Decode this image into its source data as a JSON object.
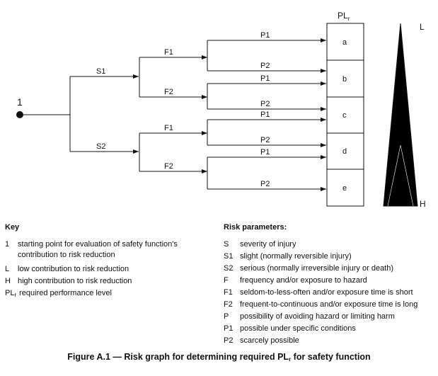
{
  "diagram": {
    "start_label": "1",
    "severity": [
      "S1",
      "S2"
    ],
    "frequency": [
      "F1",
      "F2",
      "F1",
      "F2"
    ],
    "avoidance": [
      "P1",
      "P2",
      "P1",
      "P2",
      "P1",
      "P2",
      "P1",
      "P2"
    ],
    "plr_header": {
      "base": "PL",
      "sub": "r"
    },
    "levels": [
      "a",
      "b",
      "c",
      "d",
      "e"
    ],
    "triangle_top_label": "L",
    "triangle_bottom_label": "H"
  },
  "key": {
    "title": "Key",
    "items": [
      {
        "sym": "1",
        "text": "starting point for evaluation of safety function's contribution to risk reduction"
      },
      {
        "sym": "L",
        "text": "low contribution to risk reduction"
      },
      {
        "sym": "H",
        "text": "high contribution to risk reduction"
      },
      {
        "sym": "PL",
        "sym_sub": "r",
        "text": "required performance level"
      }
    ]
  },
  "risk_parameters": {
    "title": "Risk parameters:",
    "items": [
      {
        "sym": "S",
        "text": "severity of injury"
      },
      {
        "sym": "S1",
        "text": "slight (normally reversible injury)"
      },
      {
        "sym": "S2",
        "text": "serious (normally irreversible injury or death)"
      },
      {
        "sym": "F",
        "text": "frequency and/or exposure to hazard"
      },
      {
        "sym": "F1",
        "text": "seldom-to-less-often and/or exposure time is short"
      },
      {
        "sym": "F2",
        "text": "frequent-to-continuous and/or exposure time is long"
      },
      {
        "sym": "P",
        "text": "possibility of avoiding hazard or limiting harm"
      },
      {
        "sym": "P1",
        "text": "possible under specific conditions"
      },
      {
        "sym": "P2",
        "text": "scarcely possible"
      }
    ]
  },
  "caption": {
    "prefix": "Figure A.1 — Risk graph for determining required PL",
    "sub": "r",
    "suffix": " for safety function"
  }
}
